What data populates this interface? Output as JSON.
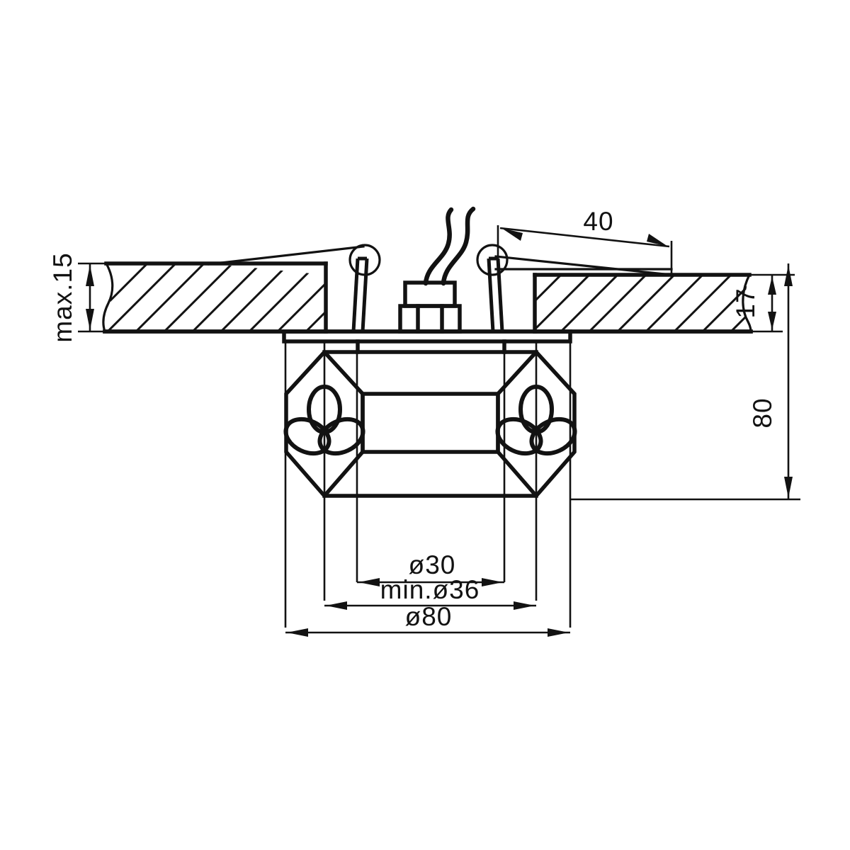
{
  "drawing": {
    "title": "Recessed ceiling downlight — installation dimensions",
    "units": "mm",
    "line_color": "#121212",
    "background_color": "#ffffff"
  },
  "dimensions": {
    "ceiling_thickness": {
      "label": "max.15",
      "value": 15,
      "qualifier": "max",
      "orientation": "vertical",
      "position": "left"
    },
    "recess_depth": {
      "label": "17",
      "value": 17,
      "orientation": "vertical",
      "position": "right-inner"
    },
    "spring_clip_span": {
      "label": "40",
      "value": 40,
      "orientation": "horizontal-slanted",
      "position": "top-right"
    },
    "fixture_height": {
      "label": "80",
      "value": 80,
      "orientation": "vertical",
      "position": "right-outer"
    },
    "aperture_inner": {
      "label": "ø30",
      "value": 30,
      "symbol": "diameter",
      "orientation": "horizontal",
      "position": "bottom"
    },
    "cutout_min": {
      "label": "min.ø36",
      "value": 36,
      "symbol": "diameter",
      "qualifier": "min",
      "orientation": "horizontal",
      "position": "bottom"
    },
    "outer_diameter": {
      "label": "ø80",
      "value": 80,
      "symbol": "diameter",
      "orientation": "horizontal",
      "position": "bottom"
    }
  },
  "components": {
    "ceiling_section_left": "ceiling-hatched-section-left",
    "ceiling_section_right": "ceiling-hatched-section-right",
    "spring_clip_left": "spring-clip-left",
    "spring_clip_right": "spring-clip-right",
    "terminal_block": "terminal-block",
    "supply_wires": "supply-wires",
    "trim_flange": "trim-flange-plate",
    "body_front_view": "fixture-front-view",
    "decorative_motif_left": "trefoil-motif-left",
    "decorative_motif_right": "trefoil-motif-right"
  }
}
